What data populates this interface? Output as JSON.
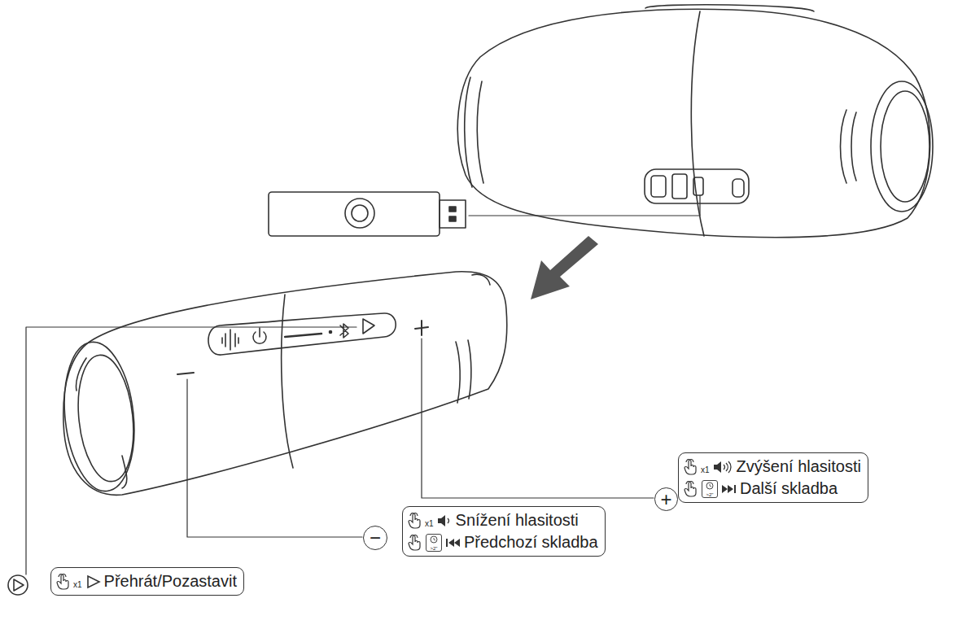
{
  "diagram": {
    "nodes": [
      {
        "text": [
          "+"
        ]
      },
      {
        "text": [
          "x1",
          "Zvýšení hlasitosti",
          ">2\"",
          "Další skladba"
        ]
      },
      {
        "text": [
          "−"
        ]
      },
      {
        "text": [
          "x1",
          "Snížení hlasitosti",
          ">2\"",
          "Předchozí skladba"
        ]
      },
      {
        "text": [
          "x1",
          "Přehrát/Pozastavit"
        ]
      }
    ]
  }
}
